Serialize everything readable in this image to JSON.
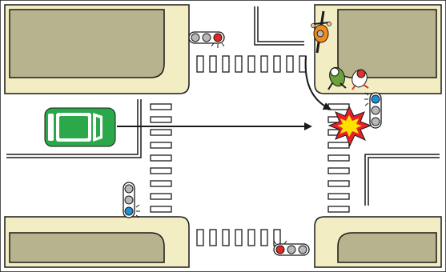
{
  "scene": {
    "type": "traffic-accident-diagram",
    "colors": {
      "sidewalk": "#f2edc2",
      "building": "#b7b38e",
      "road": "#ffffff",
      "outline": "#1a1a1a",
      "car": "#2aa84a",
      "light_red": "#e32622",
      "light_blue": "#1f8fd8",
      "light_off": "#b9b9b9",
      "collision_yellow": "#ffe100",
      "collision_red": "#e8202a",
      "cyclist": "#f08c1e",
      "pedestrian_green": "#6aa23a",
      "pedestrian_red": "#d33"
    },
    "traffic_lights": [
      {
        "id": "top",
        "active": "red",
        "orientation": "horizontal"
      },
      {
        "id": "right",
        "active": "blue",
        "orientation": "vertical"
      },
      {
        "id": "left",
        "active": "blue",
        "orientation": "vertical"
      },
      {
        "id": "bottom",
        "active": "red",
        "orientation": "horizontal"
      }
    ],
    "actors": [
      {
        "id": "car",
        "icon": "car-icon",
        "motion": "straight-east"
      },
      {
        "id": "cyclist",
        "icon": "bicycle-icon",
        "motion": "south-then-turn-east"
      },
      {
        "id": "pedestrians",
        "icon": "pedestrian-icon",
        "count": 2
      }
    ],
    "event": {
      "icon": "collision-icon"
    }
  }
}
